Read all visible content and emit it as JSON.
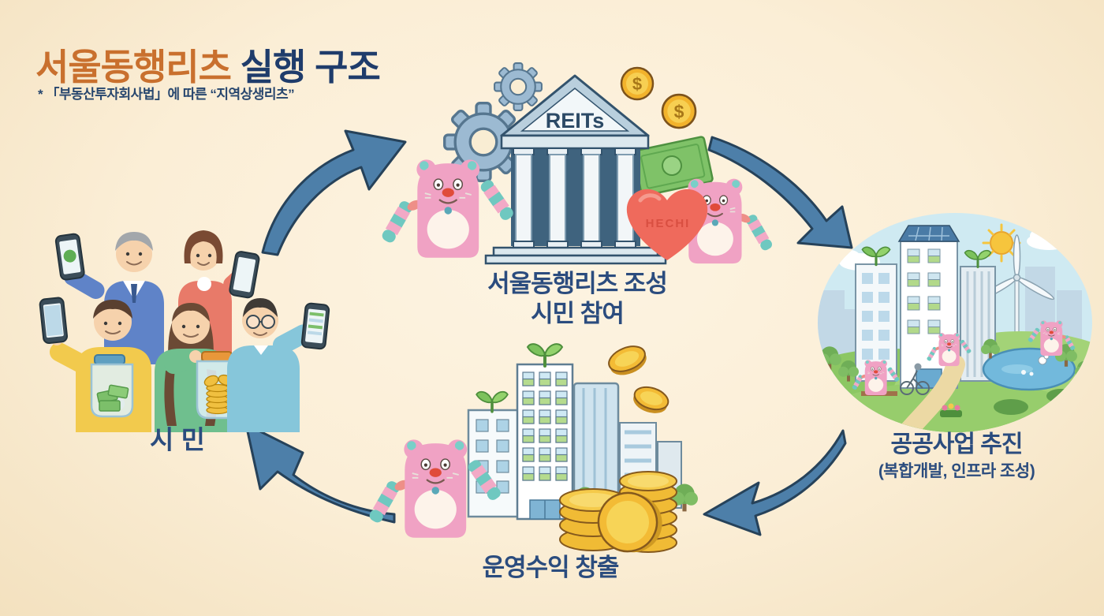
{
  "title": {
    "highlight": "서울동행리츠",
    "rest": " 실행 구조",
    "subtitle": "* 「부동산투자회사법」에 따른 “지역상생리츠”"
  },
  "nodes": {
    "citizens": {
      "label": "시 민"
    },
    "reits": {
      "line1": "서울동행리츠 조성",
      "line2": "시민 참여",
      "sign": "REITs",
      "heart_text": "HECHI",
      "coin_symbol": "$"
    },
    "public": {
      "label": "공공사업 추진",
      "sublabel": "(복합개발, 인프라 조성)"
    },
    "profit": {
      "label": "운영수익 창출"
    }
  },
  "colors": {
    "background": "#fbeed6",
    "title_accent": "#c9702e",
    "title_navy": "#1f3c6b",
    "label_navy": "#2b4c7e",
    "arrow_blue": "#4d7fa9",
    "mascot_pink": "#f0a2c4",
    "mascot_stripe_teal": "#6fc8c0",
    "coin_gold": "#f2b32c",
    "heart_red": "#ef6a5c",
    "city_sky": "#cfeaf2",
    "grass_green": "#97cd6c"
  }
}
